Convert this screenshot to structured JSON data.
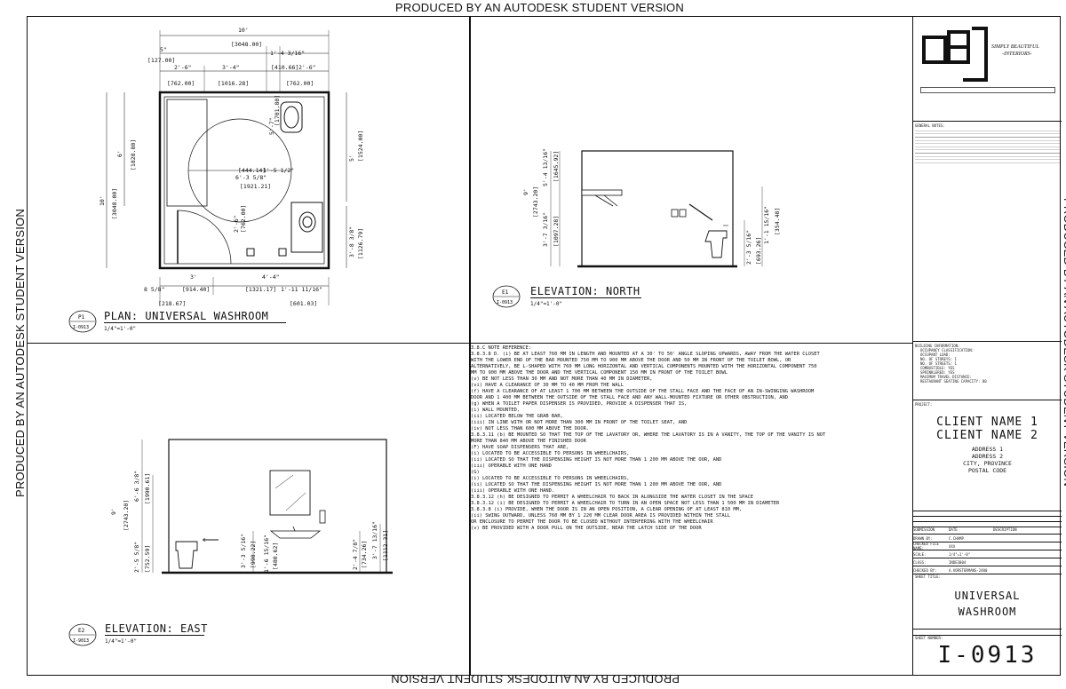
{
  "watermark": "PRODUCED BY AN AUTODESK STUDENT VERSION",
  "views": {
    "plan": {
      "id": "P1",
      "sheet": "I-0913",
      "title": "PLAN: UNIVERSAL WASHROOM",
      "scale": "1/4\"=1'-0\"",
      "dims": [
        "10'",
        "[3048.00]",
        "1'-4 3/16\"",
        "5\"",
        "[127.00]",
        "2'-6\"",
        "3'-4\"",
        "[410.66]",
        "2'-6\"",
        "[762.00]",
        "[1016.28]",
        "[762.00]",
        "6'",
        "[1828.80]",
        "10'",
        "[3048.00]",
        "1'-5 1/2\"",
        "[444.14]",
        "6'-3 5/8\"",
        "[1921.21]",
        "5'-7\"",
        "[1701.80]",
        "5'",
        "[1524.00]",
        "2'-6\"",
        "[762.00]",
        "3'-8 3/8\"",
        "[1126.79]",
        "3'",
        "4'-4\"",
        "8 5/8\"",
        "[914.40]",
        "[1321.17]",
        "1'-11 11/16\"",
        "[218.67]",
        "[601.03]"
      ]
    },
    "north": {
      "id": "E1",
      "sheet": "I-0913",
      "title": "ELEVATION: NORTH",
      "scale": "1/4\"=1'-0\"",
      "dims": [
        "9'",
        "[2743.20]",
        "5'-4 13/16\"",
        "[1645.92]",
        "3'-7 3/16\"",
        "[1097.28]",
        "1'-1 15/16\"",
        "[354.48]",
        "2'-3 5/16\"",
        "[693.26]"
      ]
    },
    "east": {
      "id": "E2",
      "sheet": "I-9013",
      "title": "ELEVATION: EAST",
      "scale": "1/4\"=1'-0\"",
      "dims": [
        "9'",
        "[2743.20]",
        "6'-6 3/8\"",
        "[1990.61]",
        "2'-5 5/8\"",
        "[752.59]",
        "3'-3 5/16\"",
        "[998.22]",
        "1'-6 15/16\"",
        "[480.62]",
        "2'-4 7/8\"",
        "[734.26]",
        "3'-7 13/16\"",
        "[1112.31]"
      ]
    }
  },
  "notes": [
    "3.8.C NOTE REFERENCE:",
    "3.8.3.8 D. (i) BE AT LEAST 760 MM IN LENGTH AND MOUNTED AT A 30' TO 50' ANGLE SLOPING UPWARDS, AWAY FROM THE WATER CLOSET",
    "WITH THE LOWER END OF THE BAR MOUNTED 750 MM TO 900 MM ABOVE THE DOOR AND 50 MM IN FRONT OF THE TOILET BOWL, OR",
    "ALTERNATIVELY, BE L-SHAPED WITH 760 MM LONG HORIZONTAL AND VERTICAL COMPONENTS MOUNTED WITH THE HORIZONTAL COMPONENT 750",
    "MM TO 900 MM ABOVE THE DOOR AND THE VERTICAL COMPONENT 150 MM IN FRONT OF THE TOILET BOWL",
    "(v) BE NOT LESS THAN 30 MM AND NOT MORE THAN 40 MM IN DIAMETER,",
    "(vi) HAVE A CLEARANCE OF 30 MM TO 40 MM FROM THE WALL",
    "(f) HAVE A CLEARANCE OF AT LEAST 1 700 MM BETWEEN THE OUTSIDE OF THE STALL FACE AND THE FACE OF AN IN-SWINGING WASHROOM",
    "DOOR AND 1 400 MM BETWEEN THE OUTSIDE OF THE STALL FACE AND ANY WALL-MOUNTED FIXTURE OR OTHER OBSTRUCTION, AND",
    "(g) WHEN A TOILET PAPER DISPENSER IS PROVIDED, PROVIDE A DISPENSER THAT IS,",
    "(i) WALL MOUNTED,",
    "(ii) LOCATED BELOW THE GRAB BAR,",
    "(iii) IN LINE WITH OR NOT MORE THAN 300 MM IN FRONT OF THE TOILET SEAT, AND",
    "(iv) NOT LESS THAN 600 MM ABOVE THE DOOR.",
    "3.8.3.11 (b) BE MOUNTED SO THAT THE TOP OF THE LAVATORY OR, WHERE THE LAVATORY IS IN A VANITY, THE TOP OF THE VANITY IS NOT",
    "MORE THAN 840 MM ABOVE THE FINISHED DOOR",
    "(F) HAVE SOAP DISPENSERS THAT ARE,",
    "(i) LOCATED TO BE ACCESSIBLE TO PERSONS IN WHEELCHAIRS,",
    "(ii) LOCATED SO THAT THE DISPENSING HEIGHT IS NOT MORE THAN 1 200 MM ABOVE THE  OOR, AND",
    "(iii) OPERABLE WITH ONE HAND",
    "(G)",
    "(i) LOCATED TO BE ACCESSIBLE TO PERSONS IN WHEELCHAIRS,",
    "(ii) LOCATED SO THAT THE DISPENSING HEIGHT IS NOT MORE THAN 1 200 MM ABOVE THE  OOR, AND",
    "(iii) OPERABLE WITH ONE HAND.",
    "3.8.3.12 (h) BE DESIGNED TO PERMIT A WHEELCHAIR TO BACK IN ALONGSIDE THE WATER CLOSET IN THE SPACE",
    "3.8.3.12 (i) BE DESIGNED TO PERMIT A WHEELCHAIR TO TURN IN AN OPEN SPACE NOT LESS THAN 1 500 MM IN DIAMETER",
    "3.8.3.8 (i) PROVIDE, WHEN THE DOOR IS IN AN OPEN POSITION, A CLEAR OPENING OF AT LEAST 810 MM,",
    "(ii) SWING OUTWARD, UNLESS 760 MM BY 1 220 MM CLEAR DOOR AREA IS PROVIDED WITHIN THE STALL",
    "OR ENCLOSURE TO PERMIT THE DOOR TO BE CLOSED WITHOUT INTERFERING WITH THE WHEELCHAIR",
    "(v) BE PROVIDED WITH A DOOR PULL ON THE OUTSIDE, NEAR THE LATCH SIDE OF THE DOOR"
  ],
  "titleblock": {
    "brand_tagline": "SIMPLY BEAUTIFUL",
    "brand_sub": "-INTERIORS-",
    "general_notes_label": "GENERAL NOTES:",
    "building_info_label": "BUILDING INFORMATION:",
    "building_info": [
      "OCCUPANCY CLASSIFICATION:",
      "OCCUPANT LOAD:",
      "NO. OF STOREYS: 1",
      "NO. OF STREETS: 1",
      "COMBUSTIBLE: YES",
      "SPRINKLERED: YES",
      "MAXIMUM TRAVEL DISTANCE:",
      "RESTAURANT SEATING CAPACITY: 80"
    ],
    "project_label": "PROJECT:",
    "client1": "CLIENT NAME 1",
    "client2": "CLIENT NAME 2",
    "address1": "ADDRESS 1",
    "address2": "ADDRESS 2",
    "city": "CITY, PROVINCE",
    "postal": "POSTAL CODE",
    "rev_headers": [
      "SUBMISSION",
      "DATE",
      "DESCRIPTION"
    ],
    "rows": [
      {
        "k": "DRAWN BY:",
        "v": "C.CHAMP"
      },
      {
        "k": "CHECKED FILE NAME:",
        "v": "XXX"
      },
      {
        "k": "SCALE:",
        "v": "1/4\"=1'-0\""
      },
      {
        "k": "CLASS:",
        "v": "INDE3004"
      },
      {
        "k": "CHECKED BY:",
        "v": "A.VORSTERMANS-2400"
      }
    ],
    "sheet_title_label": "SHEET TITLE:",
    "sheet_title1": "UNIVERSAL",
    "sheet_title2": "WASHROOM",
    "sheet_number_label": "SHEET NUMBER:",
    "sheet_number": "I-0913"
  }
}
